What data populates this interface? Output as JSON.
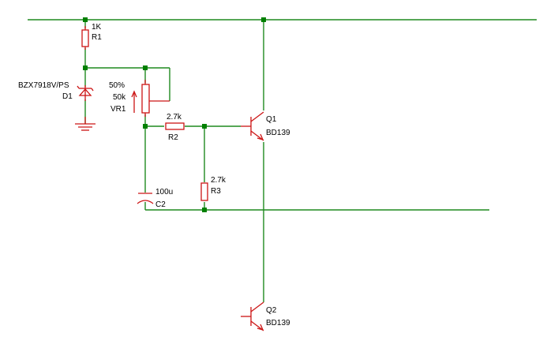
{
  "colors": {
    "wire": "#1f8a1f",
    "component": "#cc1414",
    "junction": "#008000",
    "text": "#000000",
    "background": "#ffffff"
  },
  "components": {
    "r1": {
      "value": "1K",
      "ref": "R1"
    },
    "d1": {
      "part": "BZX7918V/PS",
      "ref": "D1"
    },
    "vr1": {
      "setting": "50%",
      "value": "50k",
      "ref": "VR1"
    },
    "r2": {
      "value": "2.7k",
      "ref": "R2"
    },
    "r3": {
      "value": "2.7k",
      "ref": "R3"
    },
    "c2": {
      "value": "100u",
      "ref": "C2"
    },
    "q1": {
      "ref": "Q1",
      "part": "BD139"
    },
    "q2": {
      "ref": "Q2",
      "part": "BD139"
    }
  }
}
